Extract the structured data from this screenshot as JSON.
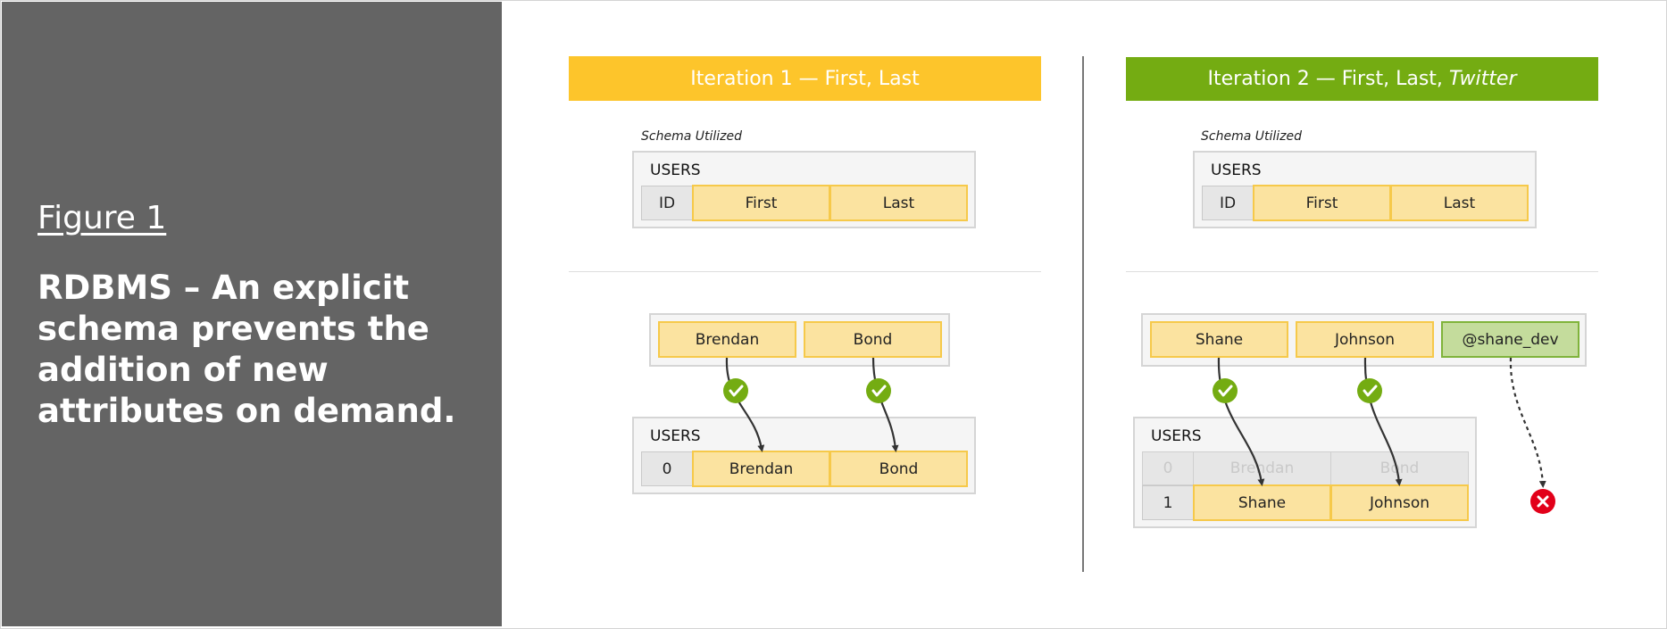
{
  "figure": {
    "label": "Figure 1",
    "caption": "RDBMS – An explicit schema prevents the addition of new attributes on demand."
  },
  "iteration1": {
    "banner": "Iteration 1 — First, Last",
    "schema_label": "Schema Utilized",
    "schema_table": {
      "title": "USERS",
      "columns": [
        "ID",
        "First",
        "Last"
      ]
    },
    "input_record": [
      "Brendan",
      "Bond"
    ],
    "result_table": {
      "title": "USERS",
      "rows": [
        [
          "0",
          "Brendan",
          "Bond"
        ]
      ]
    }
  },
  "iteration2": {
    "banner_prefix": "Iteration 2 — First, Last, ",
    "banner_emphasis": "Twitter",
    "schema_label": "Schema Utilized",
    "schema_table": {
      "title": "USERS",
      "columns": [
        "ID",
        "First",
        "Last"
      ]
    },
    "input_record": [
      "Shane",
      "Johnson",
      "@shane_dev"
    ],
    "result_table": {
      "title": "USERS",
      "rows": [
        [
          "0",
          "Brendan",
          "Bond"
        ],
        [
          "1",
          "Shane",
          "Johnson"
        ]
      ]
    }
  },
  "colors": {
    "iteration1_accent": "#fdc52b",
    "iteration2_accent": "#74ac12",
    "success": "#74ac12",
    "error": "#e2001a",
    "panel": "#646464"
  },
  "icons": {
    "success": "check-circle-icon",
    "error": "x-circle-icon"
  }
}
